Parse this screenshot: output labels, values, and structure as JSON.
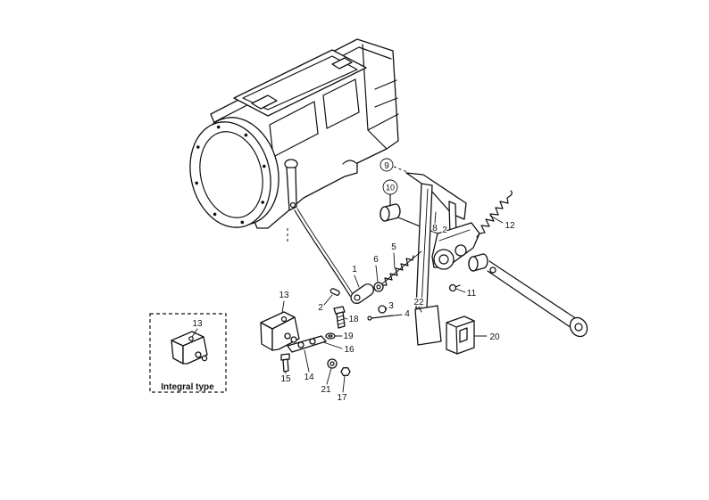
{
  "diagram": {
    "callouts": [
      "9",
      "10",
      "8",
      "2",
      "12",
      "5",
      "6",
      "1",
      "11",
      "22",
      "2",
      "3",
      "4",
      "18",
      "19",
      "16",
      "13",
      "14",
      "15",
      "21",
      "17",
      "20"
    ],
    "inset": {
      "callout": "13",
      "caption": "Integral type"
    }
  }
}
